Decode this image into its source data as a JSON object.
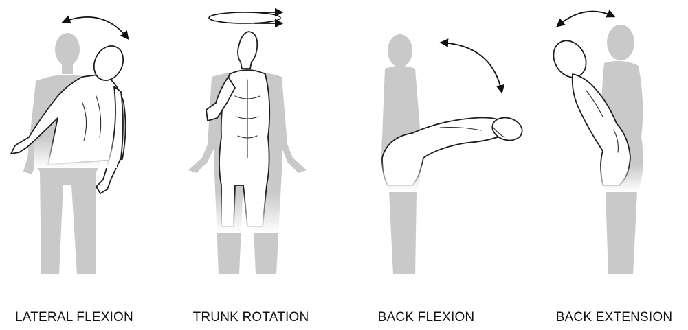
{
  "colors": {
    "background": "#ffffff",
    "ghost_figure": "#c9c9c9",
    "outline": "#1e1e1e",
    "label_text": "#111111"
  },
  "panels": [
    {
      "id": "lateral-flexion",
      "label": "LATERAL FLEXION",
      "icon": "curved-double-arrow-icon"
    },
    {
      "id": "trunk-rotation",
      "label": "TRUNK ROTATION",
      "icon": "rotation-arrows-icon"
    },
    {
      "id": "back-flexion",
      "label": "BACK FLEXION",
      "icon": "curved-double-arrow-icon"
    },
    {
      "id": "back-extension",
      "label": "BACK EXTENSION",
      "icon": "curved-double-arrow-icon"
    }
  ]
}
